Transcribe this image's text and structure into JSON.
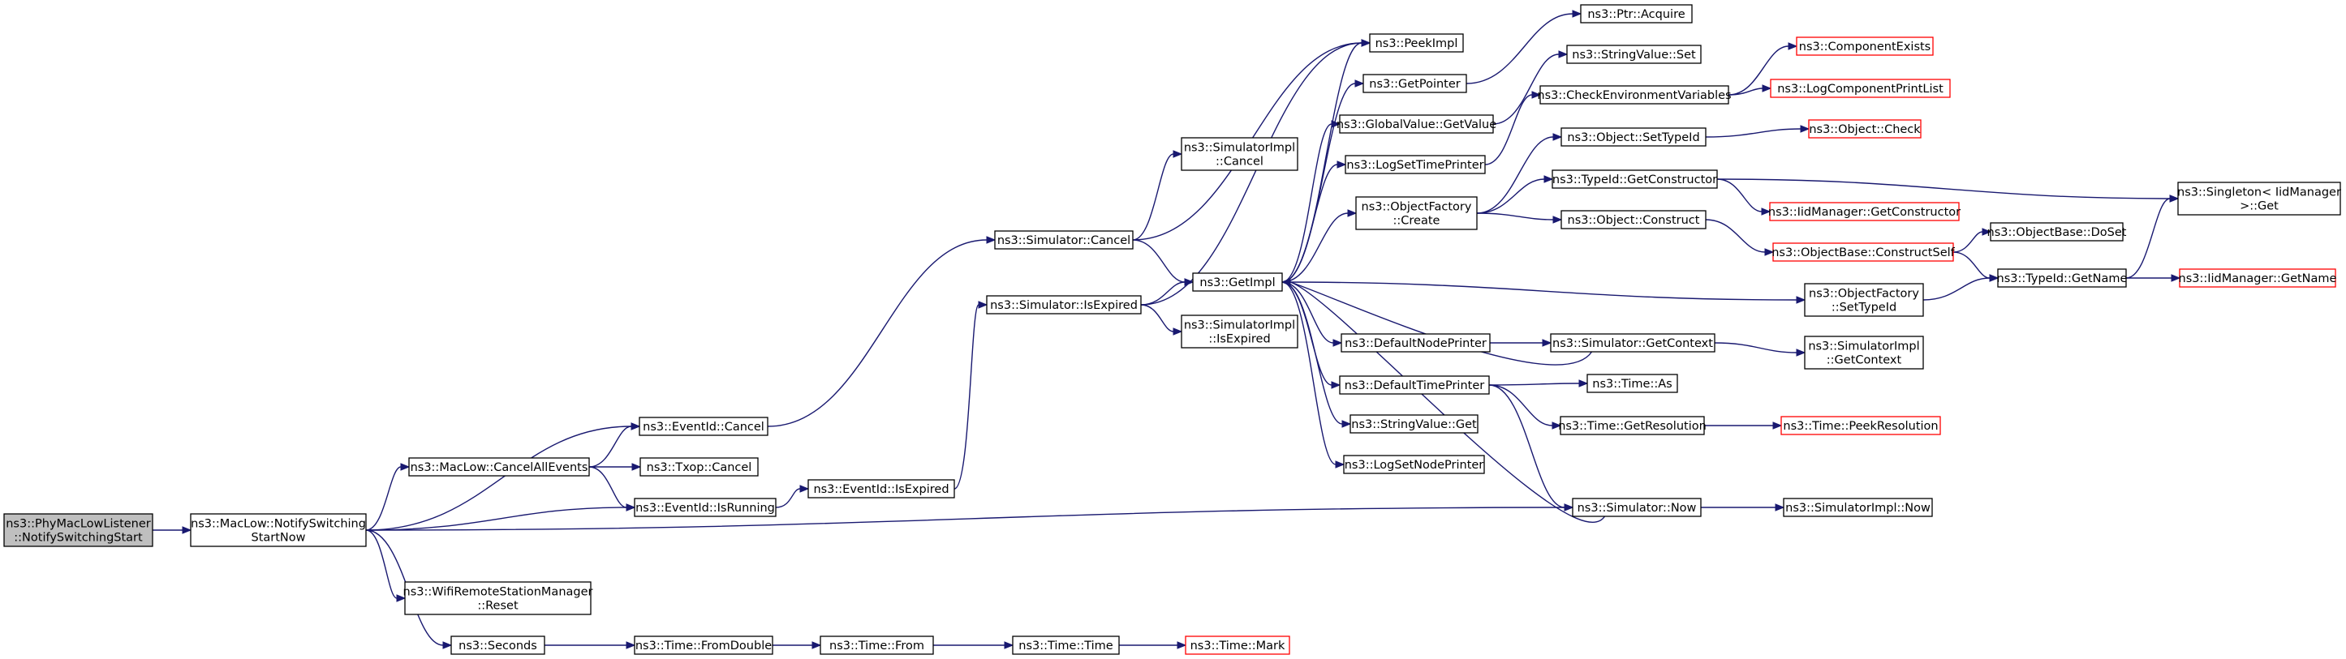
{
  "colors": {
    "edge": "#191970",
    "node_border": "#000000",
    "node_border_external": "#ff0000",
    "node_fill": "#ffffff",
    "root_fill": "#bfbfbf"
  },
  "nodes": [
    {
      "id": "root",
      "lines": [
        "ns3::PhyMacLowListener",
        "::NotifySwitchingStart"
      ],
      "style": "root"
    },
    {
      "id": "notify",
      "lines": [
        "ns3::MacLow::NotifySwitching",
        "StartNow"
      ],
      "style": "normal"
    },
    {
      "id": "eid_cancel",
      "lines": [
        "ns3::EventId::Cancel"
      ],
      "style": "normal"
    },
    {
      "id": "cancelall",
      "lines": [
        "ns3::MacLow::CancelAllEvents"
      ],
      "style": "normal"
    },
    {
      "id": "eid_running",
      "lines": [
        "ns3::EventId::IsRunning"
      ],
      "style": "normal"
    },
    {
      "id": "txop_cancel",
      "lines": [
        "ns3::Txop::Cancel"
      ],
      "style": "normal"
    },
    {
      "id": "wifi_reset",
      "lines": [
        "ns3::WifiRemoteStationManager",
        "::Reset"
      ],
      "style": "normal"
    },
    {
      "id": "seconds",
      "lines": [
        "ns3::Seconds"
      ],
      "style": "normal"
    },
    {
      "id": "fromdouble",
      "lines": [
        "ns3::Time::FromDouble"
      ],
      "style": "normal"
    },
    {
      "id": "time_from",
      "lines": [
        "ns3::Time::From"
      ],
      "style": "normal"
    },
    {
      "id": "time_time",
      "lines": [
        "ns3::Time::Time"
      ],
      "style": "normal"
    },
    {
      "id": "time_mark",
      "lines": [
        "ns3::Time::Mark"
      ],
      "style": "external"
    },
    {
      "id": "eid_expired",
      "lines": [
        "ns3::EventId::IsExpired"
      ],
      "style": "normal"
    },
    {
      "id": "sim_isexpired",
      "lines": [
        "ns3::Simulator::IsExpired"
      ],
      "style": "normal"
    },
    {
      "id": "sim_cancel",
      "lines": [
        "ns3::Simulator::Cancel"
      ],
      "style": "normal"
    },
    {
      "id": "simimpl_cancel",
      "lines": [
        "ns3::SimulatorImpl",
        "::Cancel"
      ],
      "style": "normal"
    },
    {
      "id": "simimpl_isexpired",
      "lines": [
        "ns3::SimulatorImpl",
        "::IsExpired"
      ],
      "style": "normal"
    },
    {
      "id": "getimpl",
      "lines": [
        "ns3::GetImpl"
      ],
      "style": "normal"
    },
    {
      "id": "peekimpl",
      "lines": [
        "ns3::PeekImpl"
      ],
      "style": "normal"
    },
    {
      "id": "getpointer",
      "lines": [
        "ns3::GetPointer"
      ],
      "style": "normal"
    },
    {
      "id": "gv_getvalue",
      "lines": [
        "ns3::GlobalValue::GetValue"
      ],
      "style": "normal"
    },
    {
      "id": "logsettime",
      "lines": [
        "ns3::LogSetTimePrinter"
      ],
      "style": "normal"
    },
    {
      "id": "objfac_create",
      "lines": [
        "ns3::ObjectFactory",
        "::Create"
      ],
      "style": "normal"
    },
    {
      "id": "defnodeprinter",
      "lines": [
        "ns3::DefaultNodePrinter"
      ],
      "style": "normal"
    },
    {
      "id": "deftimeprinter",
      "lines": [
        "ns3::DefaultTimePrinter"
      ],
      "style": "normal"
    },
    {
      "id": "strval_get",
      "lines": [
        "ns3::StringValue::Get"
      ],
      "style": "normal"
    },
    {
      "id": "logsetnode",
      "lines": [
        "ns3::LogSetNodePrinter"
      ],
      "style": "normal"
    },
    {
      "id": "sim_now",
      "lines": [
        "ns3::Simulator::Now"
      ],
      "style": "normal"
    },
    {
      "id": "ptr_acquire",
      "lines": [
        "ns3::Ptr::Acquire"
      ],
      "style": "normal"
    },
    {
      "id": "strval_set",
      "lines": [
        "ns3::StringValue::Set"
      ],
      "style": "normal"
    },
    {
      "id": "checkenv",
      "lines": [
        "ns3::CheckEnvironmentVariables"
      ],
      "style": "normal"
    },
    {
      "id": "obj_settypeid",
      "lines": [
        "ns3::Object::SetTypeId"
      ],
      "style": "normal"
    },
    {
      "id": "typeid_getctor",
      "lines": [
        "ns3::TypeId::GetConstructor"
      ],
      "style": "normal"
    },
    {
      "id": "obj_construct",
      "lines": [
        "ns3::Object::Construct"
      ],
      "style": "normal"
    },
    {
      "id": "sim_getcontext",
      "lines": [
        "ns3::Simulator::GetContext"
      ],
      "style": "normal"
    },
    {
      "id": "time_as",
      "lines": [
        "ns3::Time::As"
      ],
      "style": "normal"
    },
    {
      "id": "time_getres",
      "lines": [
        "ns3::Time::GetResolution"
      ],
      "style": "normal"
    },
    {
      "id": "comp_exists",
      "lines": [
        "ns3::ComponentExists"
      ],
      "style": "external"
    },
    {
      "id": "logcomp_print",
      "lines": [
        "ns3::LogComponentPrintList"
      ],
      "style": "external"
    },
    {
      "id": "obj_check",
      "lines": [
        "ns3::Object::Check"
      ],
      "style": "external"
    },
    {
      "id": "iid_getctor",
      "lines": [
        "ns3::IidManager::GetConstructor"
      ],
      "style": "external"
    },
    {
      "id": "objbase_ctorself",
      "lines": [
        "ns3::ObjectBase::ConstructSelf"
      ],
      "style": "external"
    },
    {
      "id": "objfac_settypeid",
      "lines": [
        "ns3::ObjectFactory",
        "::SetTypeId"
      ],
      "style": "normal"
    },
    {
      "id": "simimpl_getcontext",
      "lines": [
        "ns3::SimulatorImpl",
        "::GetContext"
      ],
      "style": "normal"
    },
    {
      "id": "time_peekres",
      "lines": [
        "ns3::Time::PeekResolution"
      ],
      "style": "external"
    },
    {
      "id": "simimpl_now",
      "lines": [
        "ns3::SimulatorImpl::Now"
      ],
      "style": "normal"
    },
    {
      "id": "objbase_doset",
      "lines": [
        "ns3::ObjectBase::DoSet"
      ],
      "style": "normal"
    },
    {
      "id": "typeid_getname",
      "lines": [
        "ns3::TypeId::GetName"
      ],
      "style": "normal"
    },
    {
      "id": "singleton_get",
      "lines": [
        "ns3::Singleton< IidManager",
        " >::Get"
      ],
      "style": "normal"
    },
    {
      "id": "iid_getname",
      "lines": [
        "ns3::IidManager::GetName"
      ],
      "style": "external"
    }
  ],
  "edges": [
    [
      "root",
      "notify"
    ],
    [
      "notify",
      "eid_cancel"
    ],
    [
      "notify",
      "cancelall"
    ],
    [
      "notify",
      "eid_running"
    ],
    [
      "notify",
      "sim_now"
    ],
    [
      "notify",
      "wifi_reset"
    ],
    [
      "notify",
      "seconds"
    ],
    [
      "cancelall",
      "eid_cancel"
    ],
    [
      "cancelall",
      "txop_cancel"
    ],
    [
      "cancelall",
      "eid_running"
    ],
    [
      "eid_cancel",
      "sim_cancel"
    ],
    [
      "eid_running",
      "eid_expired"
    ],
    [
      "eid_expired",
      "sim_isexpired"
    ],
    [
      "seconds",
      "fromdouble"
    ],
    [
      "fromdouble",
      "time_from"
    ],
    [
      "time_from",
      "time_time"
    ],
    [
      "time_time",
      "time_mark"
    ],
    [
      "sim_cancel",
      "simimpl_cancel"
    ],
    [
      "sim_cancel",
      "getimpl"
    ],
    [
      "sim_cancel",
      "peekimpl"
    ],
    [
      "sim_isexpired",
      "getimpl"
    ],
    [
      "sim_isexpired",
      "simimpl_isexpired"
    ],
    [
      "sim_isexpired",
      "peekimpl"
    ],
    [
      "getimpl",
      "peekimpl"
    ],
    [
      "getimpl",
      "getpointer"
    ],
    [
      "getimpl",
      "gv_getvalue"
    ],
    [
      "getimpl",
      "logsettime"
    ],
    [
      "getimpl",
      "objfac_create"
    ],
    [
      "getimpl",
      "objfac_settypeid"
    ],
    [
      "getimpl",
      "defnodeprinter"
    ],
    [
      "getimpl",
      "deftimeprinter"
    ],
    [
      "getimpl",
      "strval_get"
    ],
    [
      "getimpl",
      "logsetnode"
    ],
    [
      "getpointer",
      "ptr_acquire"
    ],
    [
      "gv_getvalue",
      "strval_set"
    ],
    [
      "logsettime",
      "checkenv"
    ],
    [
      "checkenv",
      "comp_exists"
    ],
    [
      "checkenv",
      "logcomp_print"
    ],
    [
      "objfac_create",
      "obj_settypeid"
    ],
    [
      "objfac_create",
      "typeid_getctor"
    ],
    [
      "objfac_create",
      "obj_construct"
    ],
    [
      "obj_settypeid",
      "obj_check"
    ],
    [
      "typeid_getctor",
      "iid_getctor"
    ],
    [
      "typeid_getctor",
      "singleton_get"
    ],
    [
      "obj_construct",
      "objbase_ctorself"
    ],
    [
      "objbase_ctorself",
      "objbase_doset"
    ],
    [
      "objbase_ctorself",
      "typeid_getname"
    ],
    [
      "objfac_settypeid",
      "typeid_getname"
    ],
    [
      "typeid_getname",
      "singleton_get"
    ],
    [
      "typeid_getname",
      "iid_getname"
    ],
    [
      "defnodeprinter",
      "sim_getcontext"
    ],
    [
      "sim_getcontext",
      "getimpl"
    ],
    [
      "sim_getcontext",
      "simimpl_getcontext"
    ],
    [
      "deftimeprinter",
      "time_as"
    ],
    [
      "deftimeprinter",
      "time_getres"
    ],
    [
      "deftimeprinter",
      "sim_now"
    ],
    [
      "time_getres",
      "time_peekres"
    ],
    [
      "sim_now",
      "getimpl"
    ],
    [
      "sim_now",
      "simimpl_now"
    ]
  ]
}
